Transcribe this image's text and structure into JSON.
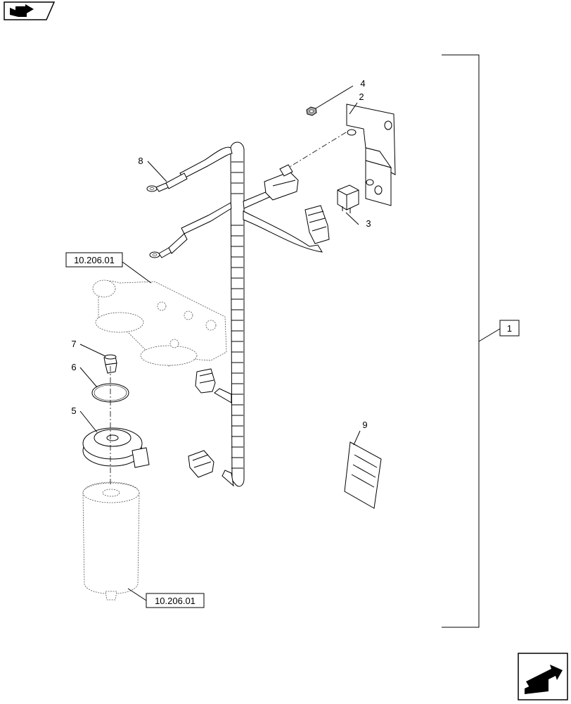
{
  "nav": {
    "top_left_icon": "book-arrow-icon",
    "bottom_right_icon": "next-page-arrow-icon"
  },
  "reference_boxes": [
    "10.206.01",
    "10.206.01"
  ],
  "assembly_callout": "1",
  "callouts": {
    "c2": "2",
    "c3": "3",
    "c4": "4",
    "c5": "5",
    "c6": "6",
    "c7": "7",
    "c8": "8",
    "c9": "9"
  }
}
